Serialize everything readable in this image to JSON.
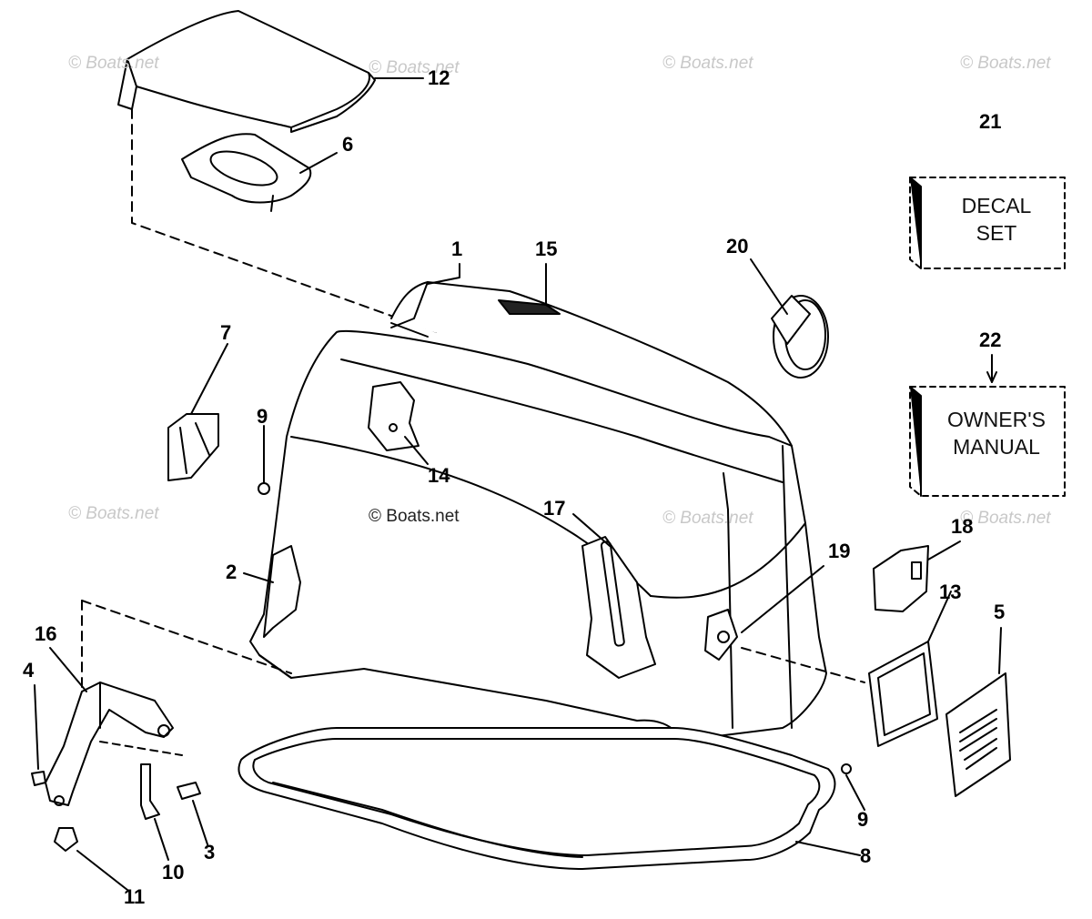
{
  "diagram": {
    "watermark": "© Boats.net",
    "callouts": {
      "c1": "1",
      "c2": "2",
      "c3": "3",
      "c4": "4",
      "c5": "5",
      "c6": "6",
      "c7": "7",
      "c8": "8",
      "c9a": "9",
      "c9b": "9",
      "c10": "10",
      "c11": "11",
      "c12": "12",
      "c13": "13",
      "c14": "14",
      "c15": "15",
      "c16": "16",
      "c17": "17",
      "c18": "18",
      "c19": "19",
      "c20": "20",
      "c21": "21",
      "c22": "22"
    },
    "decal_box": {
      "line1": "DECAL",
      "line2": "SET"
    },
    "manual_box": {
      "line1": "OWNER'S",
      "line2": "MANUAL"
    }
  },
  "colors": {
    "line": "#000000",
    "watermark": "#c8c8c8",
    "fill": "#ffffff"
  }
}
